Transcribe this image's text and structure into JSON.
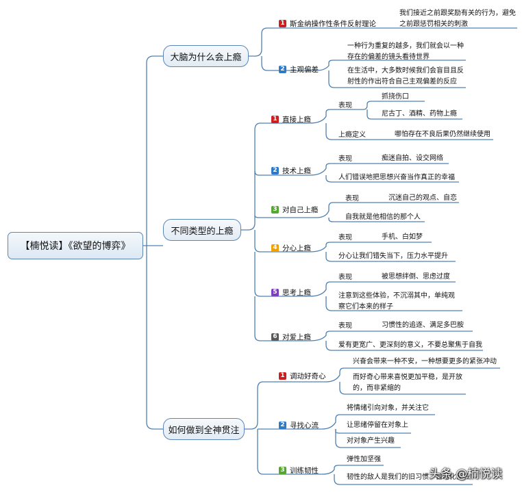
{
  "root": {
    "label": "【楠悦读】《欲望的博弈》"
  },
  "main_topics": [
    {
      "label": "大脑为什么会上瘾",
      "subtopics": [
        {
          "num": "1",
          "color": "#cc1f1f",
          "label": "斯金纳操作性条件反射理论",
          "items": [
            "我们接近之前跟奖励有关的行为，避免之前跟惩罚相关的刺激"
          ]
        },
        {
          "num": "2",
          "color": "#2f79c9",
          "label": "主观偏差",
          "items": [
            "一种行为重复的越多，我们就会以一种存在的偏差的镜头看待世界",
            "在生活中，大多数时候我们会盲目且反射性的作出符合自己主观偏差的反应"
          ]
        }
      ]
    },
    {
      "label": "不同类型的上瘾",
      "subtopics": [
        {
          "num": "1",
          "color": "#cc1f1f",
          "label": "直接上瘾",
          "groups": [
            {
              "label": "表现",
              "items": [
                "抓挠伤口",
                "尼古丁、酒精、药物上瘾"
              ]
            },
            {
              "label": "上瘾定义",
              "items": [
                "哪怕存在不良后果仍然继续使用"
              ]
            }
          ]
        },
        {
          "num": "2",
          "color": "#2f79c9",
          "label": "技术上瘾",
          "groups": [
            {
              "label": "表现",
              "items": [
                "痴迷自拍、设交网络"
              ]
            },
            {
              "label": "人们错误地把思想兴奋当作真正的幸福",
              "items": []
            }
          ]
        },
        {
          "num": "3",
          "color": "#52a830",
          "label": "对自己上瘾",
          "groups": [
            {
              "label": "表现",
              "items": [
                "沉迷自己的观点、自恋"
              ]
            },
            {
              "label": "自我就是他相信的那个人",
              "items": []
            }
          ]
        },
        {
          "num": "4",
          "color": "#f0a000",
          "label": "分心上瘾",
          "groups": [
            {
              "label": "表现",
              "items": [
                "手机、白如梦"
              ]
            },
            {
              "label": "分心让我们错失当下，压力水平提升",
              "items": []
            }
          ]
        },
        {
          "num": "5",
          "color": "#7b3fbf",
          "label": "思考上瘾",
          "groups": [
            {
              "label": "表现",
              "items": [
                "被思想绊倒、思虑过度"
              ]
            },
            {
              "label": "注意到这些体验，不沉溺其中，单纯观察它们本来的样子",
              "items": []
            }
          ]
        },
        {
          "num": "6",
          "color": "#5a5a5a",
          "label": "对爱上瘾",
          "groups": [
            {
              "label": "表现",
              "items": [
                "习惯性的追逐、满足多巴胺"
              ]
            },
            {
              "label": "爱有更宽广、更深刻的意义，不要总聚焦于自我",
              "items": []
            }
          ]
        }
      ]
    },
    {
      "label": "如何做到全神贯注",
      "subtopics": [
        {
          "num": "1",
          "color": "#cc1f1f",
          "label": "调动好奇心",
          "items": [
            "兴奋会带来一种不安，一种想要更多的紧张冲动",
            "而好奇心带来喜悦更加平稳，是开放的，而非紧缩的"
          ]
        },
        {
          "num": "2",
          "color": "#2f79c9",
          "label": "寻找心流",
          "items": [
            "将情绪引向对象，并关注它",
            "让思绪停留在对象上",
            "对对象产生兴趣"
          ]
        },
        {
          "num": "3",
          "color": "#52a830",
          "label": "训练韧性",
          "items": [
            "弹性加坚强",
            "韧性的敌人是我们的旧习惯、自动化反应"
          ]
        }
      ]
    }
  ],
  "watermark": "头条 @楠悦读"
}
